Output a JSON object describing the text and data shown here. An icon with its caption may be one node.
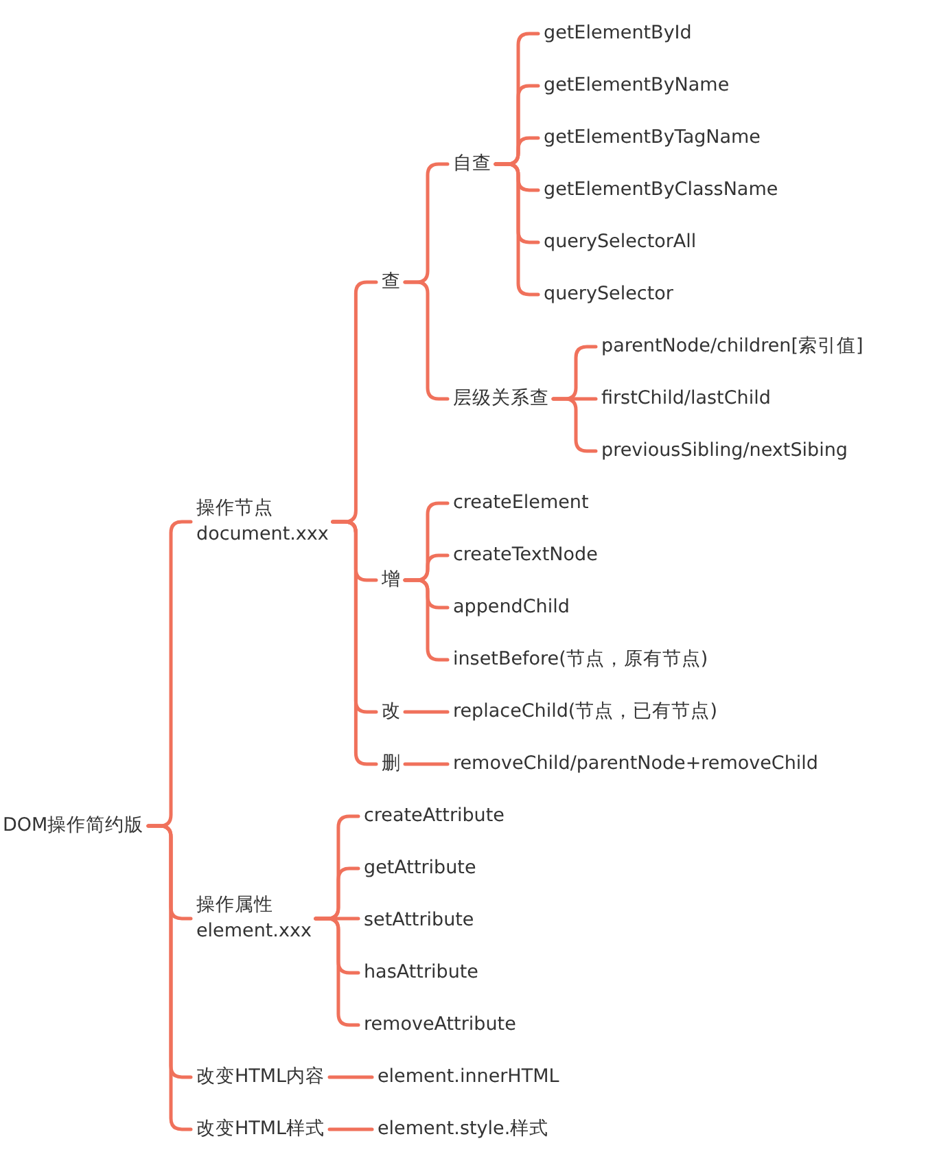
{
  "diagram": {
    "nodes": [
      {
        "text": [
          "DOM操作简约版"
        ]
      },
      {
        "text": [
          "操作节点 document.xxx"
        ]
      },
      {
        "text": [
          "查"
        ]
      },
      {
        "text": [
          "自查"
        ]
      },
      {
        "text": [
          "getElementById"
        ]
      },
      {
        "text": [
          "getElementByName"
        ]
      },
      {
        "text": [
          "getElementByTagName"
        ]
      },
      {
        "text": [
          "getElementByClassName"
        ]
      },
      {
        "text": [
          "querySelectorAll"
        ]
      },
      {
        "text": [
          "querySelector"
        ]
      },
      {
        "text": [
          "层级关系查"
        ]
      },
      {
        "text": [
          "parentNode/children[索引值]"
        ]
      },
      {
        "text": [
          "firstChild/lastChild"
        ]
      },
      {
        "text": [
          "previousSibling/nextSibing"
        ]
      },
      {
        "text": [
          "增"
        ]
      },
      {
        "text": [
          "createElement"
        ]
      },
      {
        "text": [
          "createTextNode"
        ]
      },
      {
        "text": [
          "appendChild"
        ]
      },
      {
        "text": [
          "insetBefore(节点，原有节点)"
        ]
      },
      {
        "text": [
          "改"
        ]
      },
      {
        "text": [
          "replaceChild(节点，已有节点)"
        ]
      },
      {
        "text": [
          "删"
        ]
      },
      {
        "text": [
          "removeChild/parentNode+removeChild"
        ]
      },
      {
        "text": [
          "操作属性 element.xxx"
        ]
      },
      {
        "text": [
          "createAttribute"
        ]
      },
      {
        "text": [
          "getAttribute"
        ]
      },
      {
        "text": [
          "setAttribute"
        ]
      },
      {
        "text": [
          "hasAttribute"
        ]
      },
      {
        "text": [
          "removeAttribute"
        ]
      },
      {
        "text": [
          "改变HTML内容"
        ]
      },
      {
        "text": [
          "element.innerHTML"
        ]
      },
      {
        "text": [
          "改变HTML样式"
        ]
      },
      {
        "text": [
          "element.style.样式"
        ]
      }
    ],
    "edges": [
      {
        "from": 0,
        "to": 1,
        "arrow": "none"
      },
      {
        "from": 1,
        "to": 2,
        "arrow": "none"
      },
      {
        "from": 2,
        "to": 3,
        "arrow": "none"
      },
      {
        "from": 3,
        "to": 4,
        "arrow": "none"
      },
      {
        "from": 3,
        "to": 5,
        "arrow": "none"
      },
      {
        "from": 3,
        "to": 6,
        "arrow": "none"
      },
      {
        "from": 3,
        "to": 7,
        "arrow": "none"
      },
      {
        "from": 3,
        "to": 8,
        "arrow": "none"
      },
      {
        "from": 3,
        "to": 9,
        "arrow": "none"
      },
      {
        "from": 2,
        "to": 10,
        "arrow": "none"
      },
      {
        "from": 10,
        "to": 11,
        "arrow": "none"
      },
      {
        "from": 10,
        "to": 12,
        "arrow": "none"
      },
      {
        "from": 10,
        "to": 13,
        "arrow": "none"
      },
      {
        "from": 1,
        "to": 14,
        "arrow": "none"
      },
      {
        "from": 14,
        "to": 15,
        "arrow": "none"
      },
      {
        "from": 14,
        "to": 16,
        "arrow": "none"
      },
      {
        "from": 14,
        "to": 17,
        "arrow": "none"
      },
      {
        "from": 14,
        "to": 18,
        "arrow": "none"
      },
      {
        "from": 1,
        "to": 19,
        "arrow": "none"
      },
      {
        "from": 19,
        "to": 20,
        "arrow": "none"
      },
      {
        "from": 1,
        "to": 21,
        "arrow": "none"
      },
      {
        "from": 21,
        "to": 22,
        "arrow": "none"
      },
      {
        "from": 0,
        "to": 23,
        "arrow": "none"
      },
      {
        "from": 23,
        "to": 24,
        "arrow": "none"
      },
      {
        "from": 23,
        "to": 25,
        "arrow": "none"
      },
      {
        "from": 23,
        "to": 26,
        "arrow": "none"
      },
      {
        "from": 23,
        "to": 27,
        "arrow": "none"
      },
      {
        "from": 23,
        "to": 28,
        "arrow": "none"
      },
      {
        "from": 0,
        "to": 29,
        "arrow": "none"
      },
      {
        "from": 29,
        "to": 30,
        "arrow": "none"
      },
      {
        "from": 0,
        "to": 31,
        "arrow": "none"
      },
      {
        "from": 31,
        "to": 32,
        "arrow": "none"
      }
    ]
  }
}
